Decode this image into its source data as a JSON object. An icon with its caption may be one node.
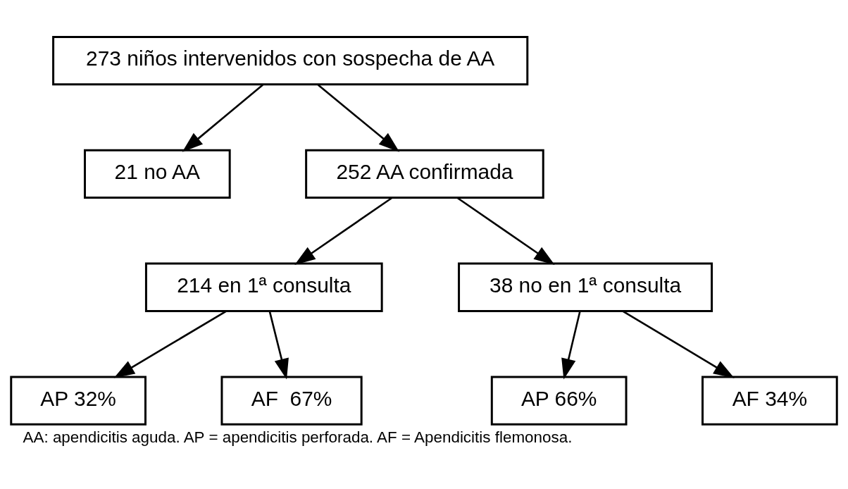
{
  "diagram": {
    "caption": "AA: apendicitis aguda. AP = apendicitis perforada. AF = Apendicitis flemonosa.",
    "nodes": [
      {
        "text": [
          "273 niños intervenidos con sospecha de AA"
        ]
      },
      {
        "text": [
          "21 no AA"
        ]
      },
      {
        "text": [
          "252 AA confirmada"
        ]
      },
      {
        "text": [
          "214 en 1ª consulta"
        ]
      },
      {
        "text": [
          "38 no en 1ª consulta"
        ]
      },
      {
        "text": [
          "AP 32%"
        ]
      },
      {
        "text": [
          "AF  67%"
        ]
      },
      {
        "text": [
          "AP 66%"
        ]
      },
      {
        "text": [
          "AF 34%"
        ]
      }
    ],
    "edges": [
      {
        "from": 0,
        "to": 1,
        "arrow": "to"
      },
      {
        "from": 0,
        "to": 2,
        "arrow": "to"
      },
      {
        "from": 2,
        "to": 3,
        "arrow": "to"
      },
      {
        "from": 2,
        "to": 4,
        "arrow": "to"
      },
      {
        "from": 3,
        "to": 5,
        "arrow": "to"
      },
      {
        "from": 3,
        "to": 6,
        "arrow": "to"
      },
      {
        "from": 4,
        "to": 7,
        "arrow": "to"
      },
      {
        "from": 4,
        "to": 8,
        "arrow": "to"
      }
    ]
  }
}
